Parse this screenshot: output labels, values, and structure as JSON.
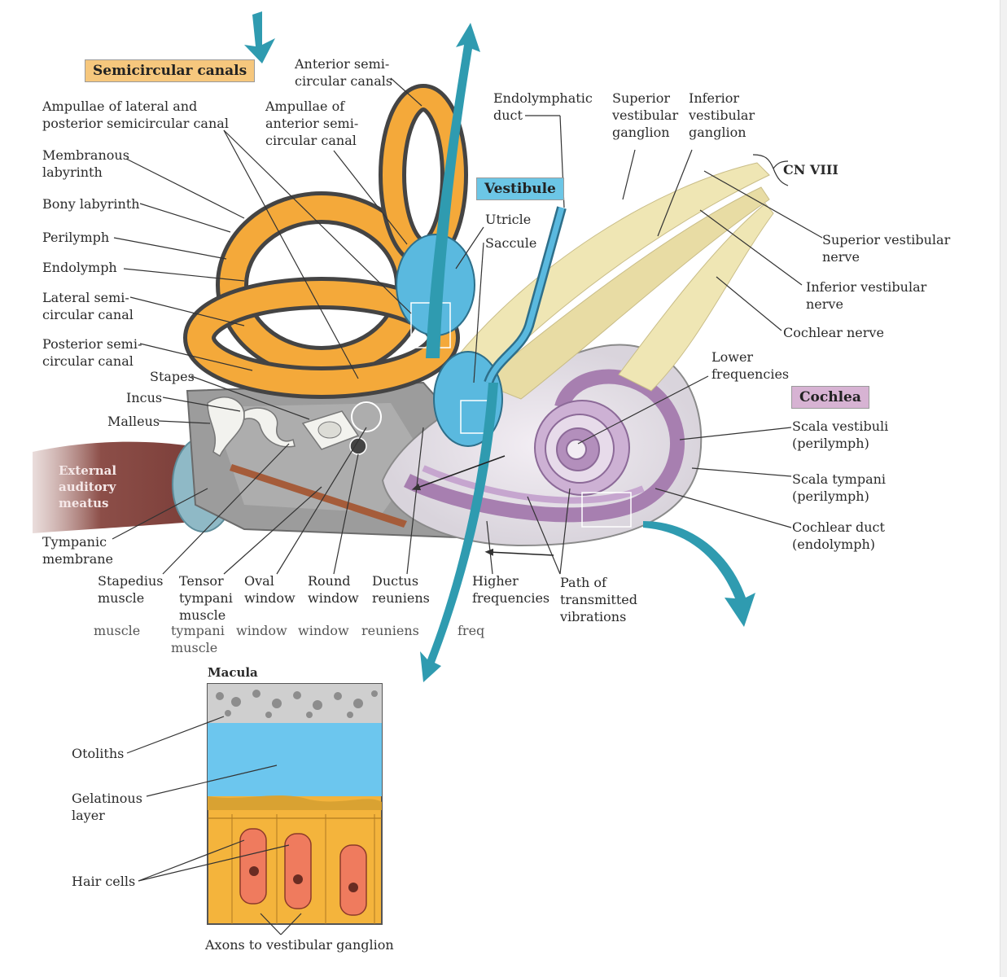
{
  "boxes": {
    "semicircular": "Semicircular canals",
    "vestibule": "Vestibule",
    "cochlea": "Cochlea"
  },
  "labels": {
    "anterior_canals": "Anterior semi-\ncircular canals",
    "ampullae_lateral": "Ampullae of lateral and\nposterior semicircular canal",
    "ampullae_anterior": "Ampullae of\nanterior semi-\ncircular canal",
    "membranous": "Membranous\nlabyrinth",
    "bony": "Bony labyrinth",
    "perilymph": "Perilymph",
    "endolymph": "Endolymph",
    "lateral_canal": "Lateral semi-\ncircular canal",
    "posterior_canal": "Posterior semi-\ncircular canal",
    "stapes": "Stapes",
    "incus": "Incus",
    "malleus": "Malleus",
    "external_meatus": "External\nauditory\nmeatus",
    "tympanic": "Tympanic\nmembrane",
    "stapedius": "Stapedius\nmuscle",
    "tensor": "Tensor\ntympani\nmuscle",
    "oval": "Oval\nwindow",
    "round": "Round\nwindow",
    "ductus": "Ductus\nreuniens",
    "higher": "Higher\nfrequencies",
    "path": "Path of\ntransmitted\nvibrations",
    "endolymphatic": "Endolymphatic\nduct",
    "utricle": "Utricle",
    "saccule": "Saccule",
    "superior_ganglion": "Superior\nvestibular\nganglion",
    "inferior_ganglion": "Inferior\nvestibular\nganglion",
    "cn8": "CN VIII",
    "superior_nerve": "Superior vestibular\nnerve",
    "inferior_nerve": "Inferior vestibular\nnerve",
    "cochlear_nerve": "Cochlear nerve",
    "lower": "Lower\nfrequencies",
    "scala_vestibuli": "Scala vestibuli\n(perilymph)",
    "scala_tympani": "Scala tympani\n(perilymph)",
    "cochlear_duct": "Cochlear duct\n(endolymph)"
  },
  "ghost": {
    "stapedius": "muscle",
    "tensor": "tympani\nmuscle",
    "oval": "window",
    "round": "window",
    "ductus": "reuniens",
    "higher": "freq"
  },
  "macula": {
    "title": "Macula",
    "otoliths": "Otoliths",
    "gelatinous": "Gelatinous\nlayer",
    "hair_cells": "Hair cells",
    "axons": "Axons to vestibular ganglion"
  },
  "colors": {
    "orange": "#f4a93a",
    "blue": "#5ab9df",
    "teal_arrow": "#2f9bb0",
    "purple": "#a77fb0",
    "nerve": "#efe6b4",
    "skin": "#8a4a44",
    "hair_cell": "#ef7b5e"
  }
}
